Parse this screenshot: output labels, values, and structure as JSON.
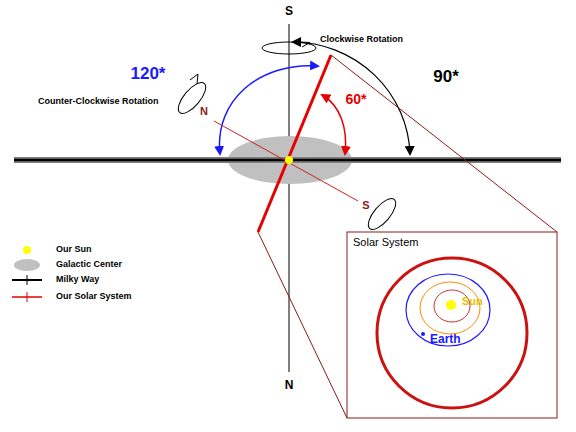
{
  "diagram": {
    "nodes": [
      {
        "text": [
          "Solar System"
        ]
      }
    ],
    "labels": [
      "S",
      "Clockwise Rotation",
      "90*",
      "120*",
      "60*",
      "Counter-Clockwise Rotation",
      "N",
      "S",
      "N",
      "Sun",
      "Earth"
    ],
    "legend": [
      {
        "text": "Our Sun",
        "color": "#ffff00"
      },
      {
        "text": "Galactic Center",
        "color": "#c0c0c0"
      },
      {
        "text": "Milky Way"
      },
      {
        "text": "Our Solar System"
      }
    ]
  }
}
